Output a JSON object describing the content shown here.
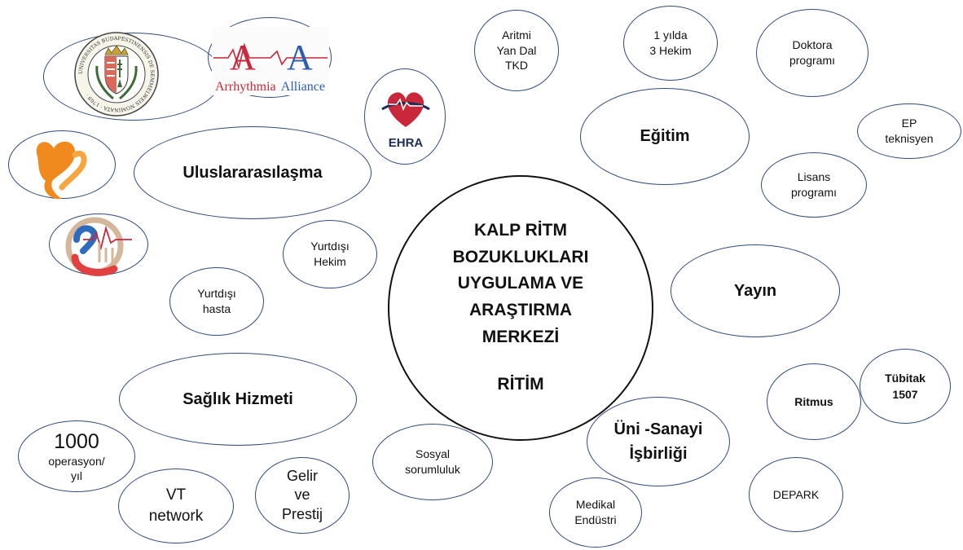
{
  "center": {
    "lines": [
      "KALP RİTM",
      "BOZUKLUKLARI",
      "UYGULAMA VE",
      "ARAŞTIRMA",
      "MERKEZİ"
    ],
    "short_name": "RİTİM"
  },
  "themes": {
    "internationalization": "Uluslararasılaşma",
    "education": "Eğitim",
    "publication": "Yayın",
    "health_service": "Sağlık Hizmeti",
    "uni_industry": [
      "Üni -Sanayi",
      "İşbirliği"
    ]
  },
  "nodes": {
    "aritmi": [
      "Aritmi",
      "Yan Dal",
      "TKD"
    ],
    "hekim_per_year": [
      "1 yılda",
      "3 Hekim"
    ],
    "doktora": [
      "Doktora",
      "programı"
    ],
    "ep": [
      "EP",
      "teknisyen"
    ],
    "lisans": [
      "Lisans",
      "programı"
    ],
    "yurtdisi_hekim": [
      "Yurtdışı",
      "Hekim"
    ],
    "yurtdisi_hasta": [
      "Yurtdışı",
      "hasta"
    ],
    "operasyon": [
      "1000",
      "operasyon/",
      "yıl"
    ],
    "vt_network": [
      "VT",
      "network"
    ],
    "gelir": [
      "Gelir",
      "ve",
      "Prestij"
    ],
    "sosyal": [
      "Sosyal",
      "sorumluluk"
    ],
    "medikal": [
      "Medikal",
      "Endüstri"
    ],
    "depark": "DEPARK",
    "ritmus": "Ritmus",
    "tubitak": [
      "Tübitak",
      "1507"
    ]
  },
  "logos": {
    "arrhythmia_alliance": {
      "letters": [
        "A",
        "A"
      ],
      "text_dark": "Arrhythmia",
      "text_light": "Alliance"
    },
    "ehra": "EHRA",
    "seal_text": "UNIVERSITAS BUDAPESTINENSIS DE SEMMELWEIS NOMINATA · 1769 ·"
  },
  "colors": {
    "outline": "#2f4a7a",
    "aa_red": "#c8283a",
    "aa_blue": "#2b5fae",
    "ehra_red": "#c8283a",
    "ehra_navy": "#1d2d55",
    "orange": "#f08a1e",
    "seal_green": "#3f6b3a"
  }
}
